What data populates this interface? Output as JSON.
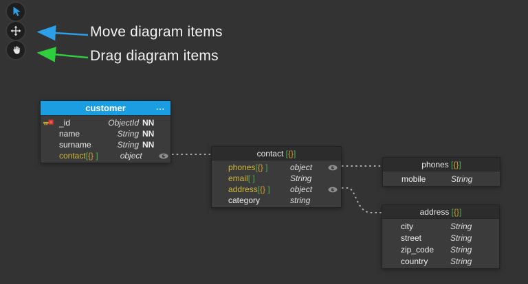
{
  "toolbar": {
    "buttons": [
      {
        "id": "select",
        "icon": "cursor-icon",
        "active": true
      },
      {
        "id": "move",
        "icon": "move-icon",
        "active": false
      },
      {
        "id": "pan",
        "icon": "hand-icon",
        "active": false
      }
    ]
  },
  "annotations": {
    "move_label": "Move diagram items",
    "drag_label": "Drag diagram items",
    "move_arrow_color": "#2d9ee8",
    "drag_arrow_color": "#2fce3e"
  },
  "colors": {
    "canvas_bg": "#333333",
    "customer_header_blue": "#1b9de2",
    "table_header_dark": "#2c2c2c",
    "table_body": "#3b3b3b",
    "field_yellow": "#d2b83c",
    "bracket_green": "#4caf50",
    "brace_orange": "#d79b32",
    "connector_gray": "#b0b0b0"
  },
  "tables": [
    {
      "id": "customer",
      "title": "customer",
      "title_suffix": [],
      "variant": "primary",
      "menu": "...",
      "fields": [
        {
          "name": "_id",
          "parts": [],
          "type": "ObjectId",
          "nn": "NN",
          "key": true,
          "eye": false
        },
        {
          "name": "name",
          "parts": [],
          "type": "String",
          "nn": "NN",
          "key": false,
          "eye": false
        },
        {
          "name": "surname",
          "parts": [],
          "type": "String",
          "nn": "NN",
          "key": false,
          "eye": false
        },
        {
          "name": "contact",
          "parts": [
            {
              "t": "[",
              "c": "g"
            },
            {
              "t": "{}",
              "c": "o"
            },
            {
              "t": " ]",
              "c": "g"
            }
          ],
          "type": "object",
          "nn": "",
          "key": false,
          "eye": true
        }
      ]
    },
    {
      "id": "contact",
      "title": "contact ",
      "title_suffix": [
        {
          "t": "[",
          "c": "g"
        },
        {
          "t": "{}",
          "c": "o"
        },
        {
          "t": "]",
          "c": "g"
        }
      ],
      "variant": "dark",
      "menu": "",
      "fields": [
        {
          "name": "phones",
          "parts": [
            {
              "t": "[",
              "c": "g"
            },
            {
              "t": "{}",
              "c": "o"
            },
            {
              "t": " ]",
              "c": "g"
            }
          ],
          "type": "object",
          "nn": "",
          "key": false,
          "eye": true
        },
        {
          "name": "email",
          "parts": [
            {
              "t": "[ ]",
              "c": "g"
            }
          ],
          "type": "String",
          "nn": "",
          "key": false,
          "eye": false
        },
        {
          "name": "address",
          "parts": [
            {
              "t": "[",
              "c": "g"
            },
            {
              "t": "{}",
              "c": "o"
            },
            {
              "t": " ]",
              "c": "g"
            }
          ],
          "type": "object",
          "nn": "",
          "key": false,
          "eye": true
        },
        {
          "name": "category",
          "parts": [],
          "type": "string",
          "nn": "",
          "key": false,
          "eye": false
        }
      ]
    },
    {
      "id": "phones",
      "title": "phones ",
      "title_suffix": [
        {
          "t": "[",
          "c": "g"
        },
        {
          "t": "{}",
          "c": "o"
        },
        {
          "t": "]",
          "c": "g"
        }
      ],
      "variant": "dark",
      "menu": "",
      "fields": [
        {
          "name": "mobile",
          "parts": [],
          "type": "String",
          "nn": "",
          "key": false,
          "eye": false
        }
      ]
    },
    {
      "id": "address",
      "title": "address ",
      "title_suffix": [
        {
          "t": "[",
          "c": "g"
        },
        {
          "t": "{}",
          "c": "o"
        },
        {
          "t": "]",
          "c": "g"
        }
      ],
      "variant": "dark",
      "menu": "",
      "fields": [
        {
          "name": "city",
          "parts": [],
          "type": "String",
          "nn": "",
          "key": false,
          "eye": false
        },
        {
          "name": "street",
          "parts": [],
          "type": "String",
          "nn": "",
          "key": false,
          "eye": false
        },
        {
          "name": "zip_code",
          "parts": [],
          "type": "String",
          "nn": "",
          "key": false,
          "eye": false
        },
        {
          "name": "country",
          "parts": [],
          "type": "String",
          "nn": "",
          "key": false,
          "eye": false
        }
      ]
    }
  ]
}
